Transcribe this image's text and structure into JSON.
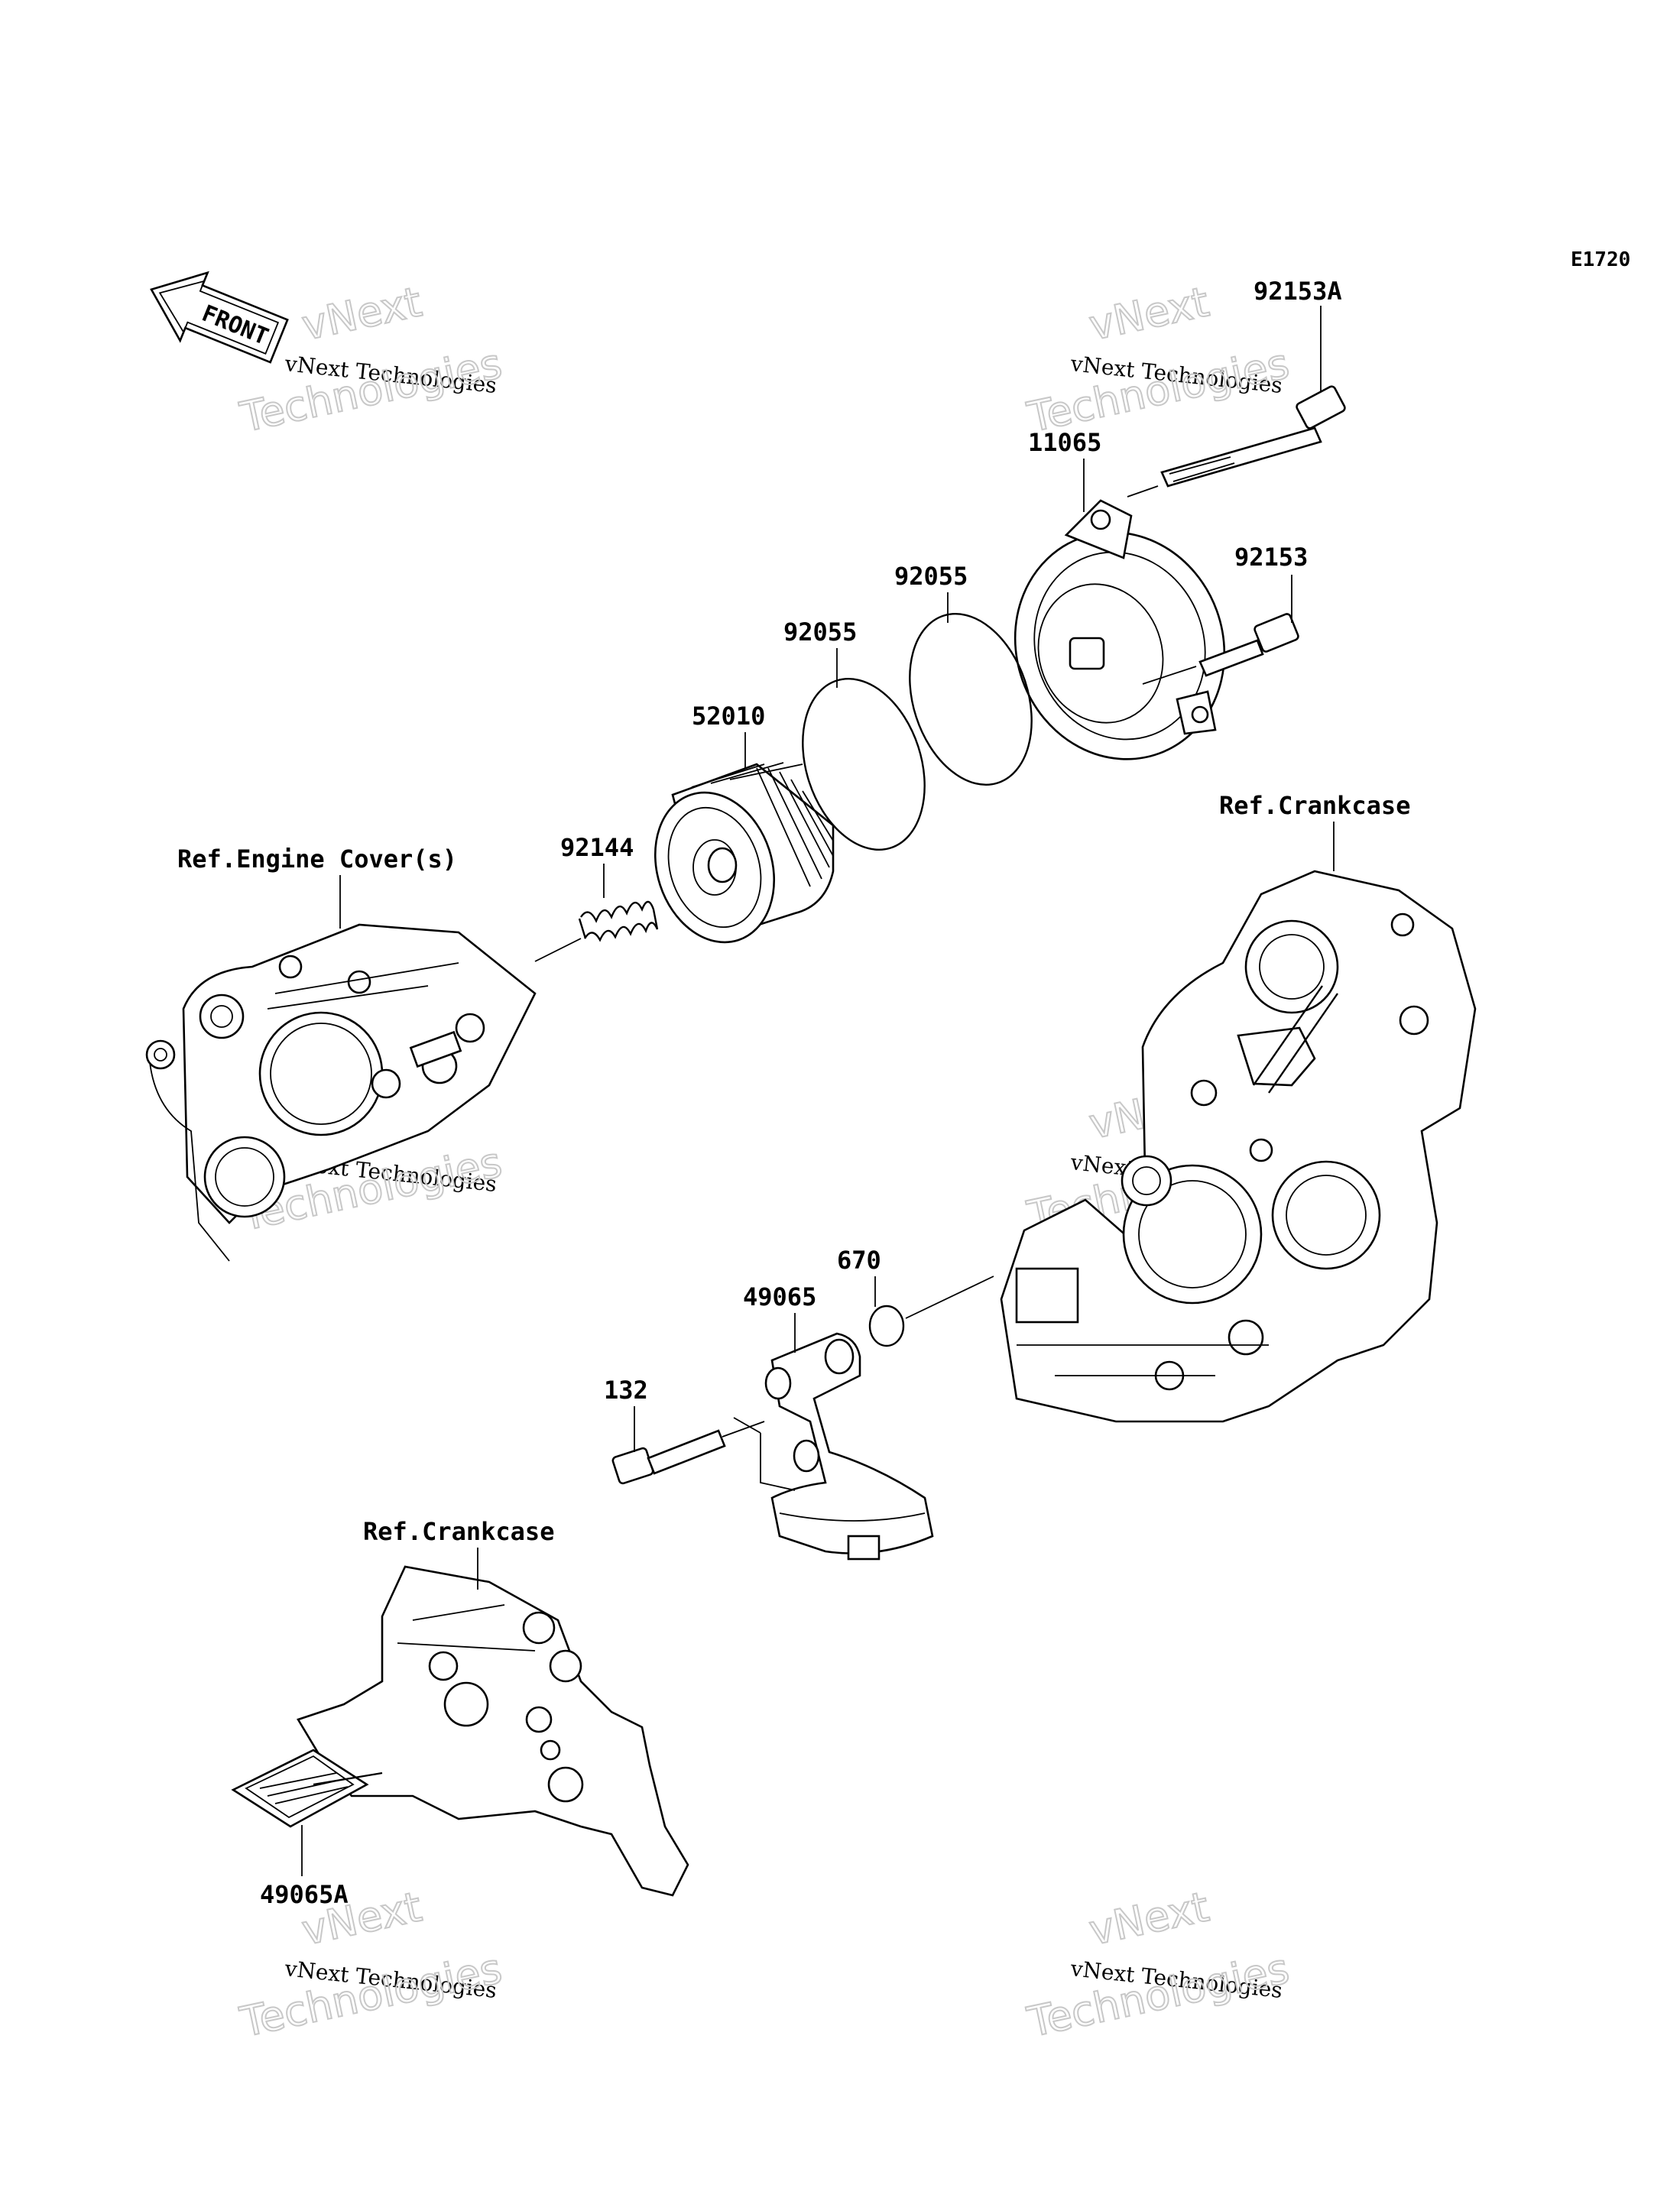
{
  "diagram_code": "E1720",
  "front_arrow": {
    "label": "FRONT",
    "icon": "front-arrow-icon"
  },
  "part_numbers": {
    "p92153A": "92153A",
    "p11065": "11065",
    "p92153": "92153",
    "p92055_a": "92055",
    "p92055_b": "92055",
    "p52010": "52010",
    "p92144": "92144",
    "p670": "670",
    "p49065": "49065",
    "p132": "132",
    "p49065A": "49065A"
  },
  "references": {
    "engine_cover": "Ref.Engine Cover(s)",
    "crankcase_right": "Ref.Crankcase",
    "crankcase_lower": "Ref.Crankcase"
  },
  "watermark": {
    "brand": "vNext",
    "company": "vNext Technologies",
    "word": "Technologies"
  }
}
